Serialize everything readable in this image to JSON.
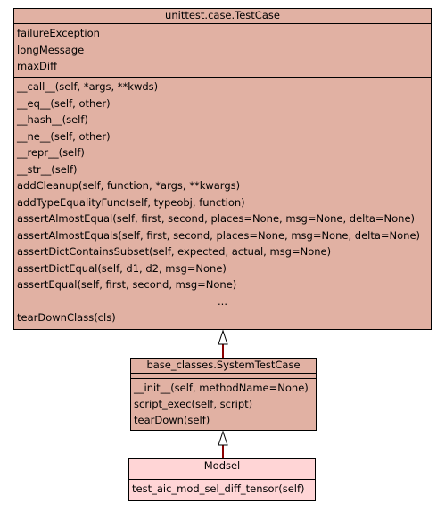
{
  "classes": {
    "testcase": {
      "title": "unittest.case.TestCase",
      "attributes": [
        "failureException",
        "longMessage",
        "maxDiff"
      ],
      "methods": [
        "__call__(self, *args, **kwds)",
        "__eq__(self, other)",
        "__hash__(self)",
        "__ne__(self, other)",
        "__repr__(self)",
        "__str__(self)",
        "addCleanup(self, function, *args, **kwargs)",
        "addTypeEqualityFunc(self, typeobj, function)",
        "assertAlmostEqual(self, first, second, places=None, msg=None, delta=None)",
        "assertAlmostEquals(self, first, second, places=None, msg=None, delta=None)",
        "assertDictContainsSubset(self, expected, actual, msg=None)",
        "assertDictEqual(self, d1, d2, msg=None)",
        "assertEqual(self, first, second, msg=None)"
      ],
      "ellipsis": "...",
      "last_method": "tearDownClass(cls)",
      "fill_color": "#e1b1a3"
    },
    "system": {
      "title": "base_classes.SystemTestCase",
      "methods": [
        "__init__(self, methodName=None)",
        "script_exec(self, script)",
        "tearDown(self)"
      ],
      "fill_color": "#e1b1a3"
    },
    "modsel": {
      "title": "Modsel",
      "methods": [
        "test_aic_mod_sel_diff_tensor(self)"
      ],
      "fill_color": "#ffd5d6"
    }
  },
  "edges": [
    {
      "from": "system",
      "to": "testcase",
      "type": "inheritance",
      "color": "#8b0000"
    },
    {
      "from": "modsel",
      "to": "system",
      "type": "inheritance",
      "color": "#8b0000"
    }
  ]
}
